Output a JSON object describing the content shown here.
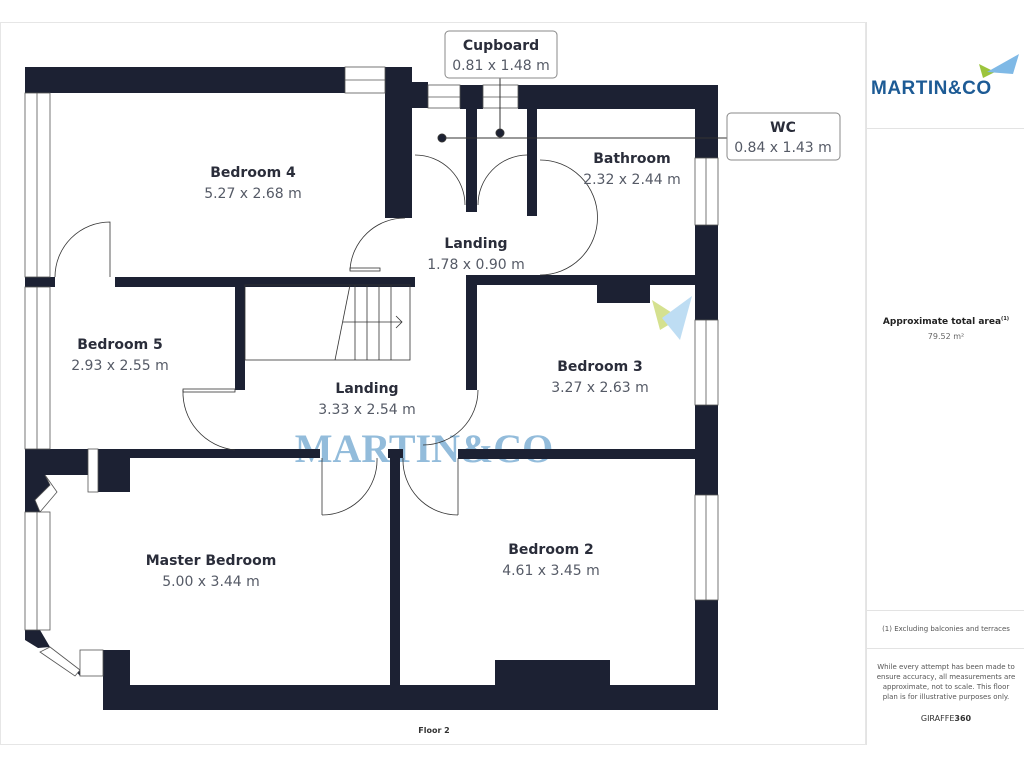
{
  "brand": {
    "name": "MARTIN&CO",
    "watermark": "MARTIN&CO",
    "primary_color": "#1d5b95",
    "watermark_color": "#6fa6cf",
    "accent_green": "#9cc43c"
  },
  "rooms": [
    {
      "id": "bedroom-4",
      "name": "Bedroom 4",
      "dims": "5.27 x 2.68 m"
    },
    {
      "id": "bedroom-5",
      "name": "Bedroom 5",
      "dims": "2.93 x 2.55 m"
    },
    {
      "id": "landing-upper",
      "name": "Landing",
      "dims": "1.78 x 0.90 m"
    },
    {
      "id": "landing-main",
      "name": "Landing",
      "dims": "3.33 x 2.54 m"
    },
    {
      "id": "bathroom",
      "name": "Bathroom",
      "dims": "2.32 x 2.44 m"
    },
    {
      "id": "bedroom-3",
      "name": "Bedroom 3",
      "dims": "3.27 x 2.63 m"
    },
    {
      "id": "master-bedroom",
      "name": "Master Bedroom",
      "dims": "5.00 x 3.44 m"
    },
    {
      "id": "bedroom-2",
      "name": "Bedroom 2",
      "dims": "4.61 x 3.45 m"
    }
  ],
  "callouts": [
    {
      "id": "cupboard",
      "name": "Cupboard",
      "dims": "0.81 x 1.48 m"
    },
    {
      "id": "wc",
      "name": "WC",
      "dims": "0.84 x 1.43 m"
    }
  ],
  "floor_label": "Floor 2",
  "sidebar": {
    "area_title": "Approximate total area",
    "area_footnote": "(1)",
    "area_value": "79.52 m²",
    "note": "(1) Excluding balconies and terraces",
    "disclaimer": "While every attempt has been made to ensure accuracy, all measurements are approximate, not to scale. This floor plan is for illustrative purposes only.",
    "credit_a": "GIRAFFE",
    "credit_b": "360"
  },
  "colors": {
    "wall": "#1c2133"
  }
}
